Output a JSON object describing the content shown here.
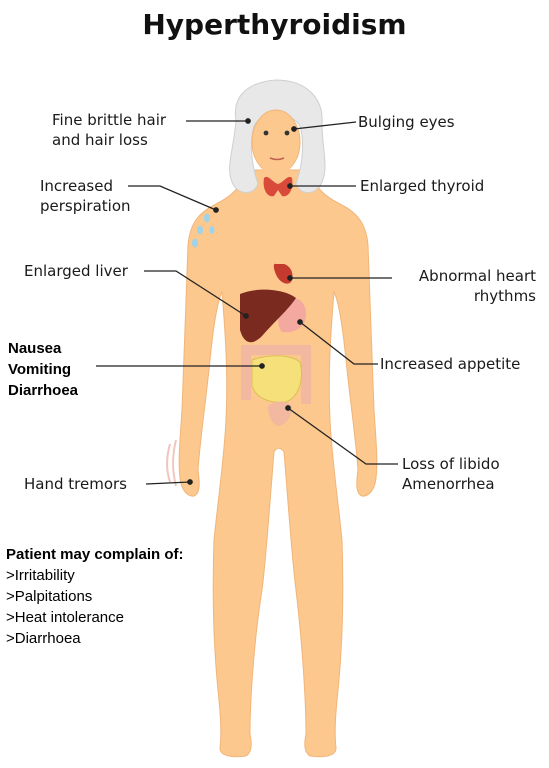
{
  "title": "Hyperthyroidism",
  "labels": {
    "hair": "Fine brittle hair\nand hair loss",
    "eyes": "Bulging eyes",
    "perspiration": "Increased\nperspiration",
    "thyroid": "Enlarged thyroid",
    "liver": "Enlarged liver",
    "heart": "Abnormal heart\nrhythms",
    "gi": "Nausea\nVomiting\nDiarrhoea",
    "appetite": "Increased appetite",
    "tremors": "Hand tremors",
    "libido": "Loss of libido\nAmenorrhea"
  },
  "complaints": {
    "heading": "Patient may complain of:",
    "items": [
      ">Irritability",
      ">Palpitations",
      ">Heat intolerance",
      ">Diarrhoea"
    ]
  },
  "colors": {
    "skin": "#fcc88e",
    "skin_shade": "#f0b57a",
    "hair": "#e8e8e8",
    "hair_shade": "#cfcfcf",
    "thyroid": "#d94a3a",
    "liver": "#7a2a1e",
    "stomach": "#f3a8a0",
    "intestine": "#f5e07a",
    "colon": "#f3b8a0",
    "sweat": "#9fd3ea",
    "leader_line": "#222222"
  }
}
